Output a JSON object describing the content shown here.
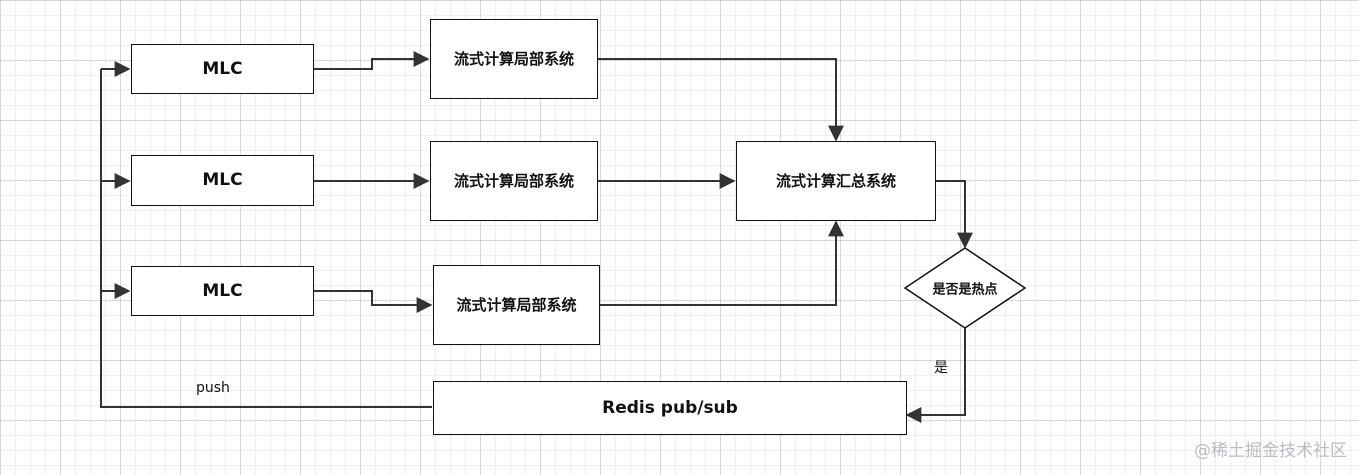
{
  "diagram": {
    "nodes": {
      "mlc_1": "MLC",
      "mlc_2": "MLC",
      "mlc_3": "MLC",
      "local_1": "流式计算局部系统",
      "local_2": "流式计算局部系统",
      "local_3": "流式计算局部系统",
      "summary": "流式计算汇总系统",
      "decision": "是否是热点",
      "redis": "Redis pub/sub"
    },
    "edge_labels": {
      "yes": "是",
      "push": "push"
    },
    "watermark": "@稀土掘金技术社区",
    "colors": {
      "line": "#333333",
      "border": "#111111",
      "watermark": "#b9bcc2"
    }
  }
}
